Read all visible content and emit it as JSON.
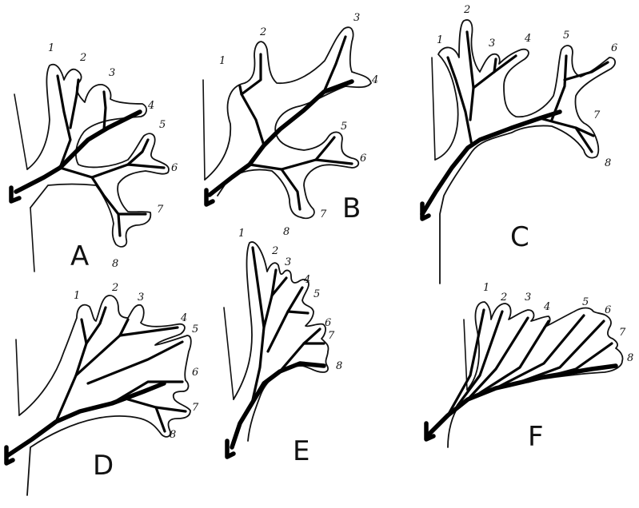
{
  "panels": [
    {
      "id": "A",
      "letter": "A",
      "lobes": [
        "1",
        "2",
        "3",
        "4",
        "5",
        "6",
        "7",
        "8"
      ]
    },
    {
      "id": "B",
      "letter": "B",
      "lobes": [
        "1",
        "2",
        "3",
        "4",
        "5",
        "6",
        "7",
        "8"
      ]
    },
    {
      "id": "C",
      "letter": "C",
      "lobes": [
        "1",
        "2",
        "3",
        "4",
        "5",
        "6",
        "7",
        "8"
      ]
    },
    {
      "id": "D",
      "letter": "D",
      "lobes": [
        "1",
        "2",
        "3",
        "4",
        "5",
        "6",
        "7",
        "8"
      ]
    },
    {
      "id": "E",
      "letter": "E",
      "lobes": [
        "1",
        "2",
        "3",
        "4",
        "5",
        "6",
        "7",
        "8"
      ]
    },
    {
      "id": "F",
      "letter": "F",
      "lobes": [
        "1",
        "2",
        "3",
        "4",
        "5",
        "6",
        "7",
        "8"
      ]
    }
  ]
}
